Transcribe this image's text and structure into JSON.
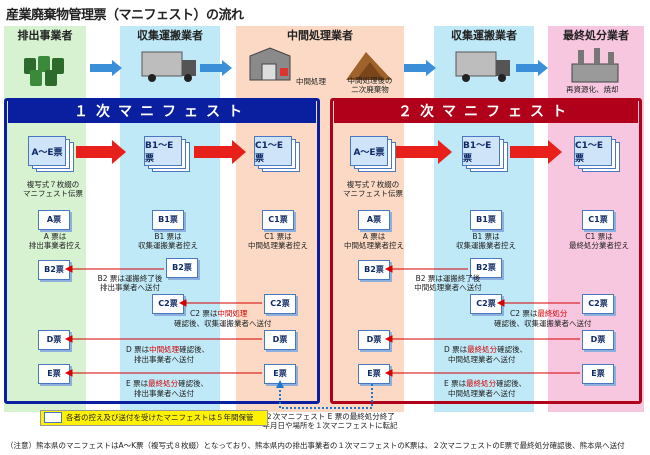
{
  "title": "産業廃棄物管理票（マニフェスト）の流れ",
  "headers": {
    "emitter": "排出事業者",
    "transporter1": "収集運搬業者",
    "intermediate": "中間処理業者",
    "transporter2": "収集運搬業者",
    "final": "最終処分業者"
  },
  "top_labels": {
    "intermediate_process": "中間処理",
    "secondary_waste": "中間処理後の\n二次廃棄物",
    "recycle": "再資源化、焼却"
  },
  "manifest1": {
    "title": "１次マニフェスト",
    "stack_ae": "A～E票",
    "stack_b1e": "B1～E票",
    "stack_c1e": "C1～E票",
    "copy_note": "複写式７枚綴の\nマニフェスト伝票",
    "a_slip": "A票",
    "a_note": "A 票は\n排出事業者控え",
    "b1_slip": "B1票",
    "b1_note": "B1 票は\n収集運搬業者控え",
    "c1_slip": "C1票",
    "c1_note": "C1 票は\n中間処理業者控え",
    "b2_slip": "B2票",
    "b2_note": "B2 票は運搬終了後\n排出事業者へ送付",
    "c2_slip": "C2票",
    "c2_note_pre": "C2 票は",
    "c2_note_red": "中間処理",
    "c2_note_post": "確認後、収集運搬業者へ送付",
    "d_slip": "D票",
    "d_note_pre": "D 票は",
    "d_note_red": "中間処理",
    "d_note_post": "確認後、\n排出事業者へ送付",
    "e_slip": "E票",
    "e_note_pre": "E 票は",
    "e_note_red": "最終処分",
    "e_note_post": "確認後、\n排出事業者へ送付"
  },
  "manifest2": {
    "title": "２次マニフェスト",
    "stack_ae": "A～E票",
    "stack_b1e": "B1～E票",
    "stack_c1e": "C1～E票",
    "copy_note": "複写式７枚綴の\nマニフェスト伝票",
    "a_slip": "A票",
    "a_note": "A 票は\n中間処理業者控え",
    "b1_slip": "B1票",
    "b1_note": "B1 票は\n収集運搬業者控え",
    "c1_slip": "C1票",
    "c1_note": "C1 票は\n最終処分業者控え",
    "b2_slip": "B2票",
    "b2_note": "B2 票は運搬終了後\n中間処理業者へ送付",
    "c2_slip": "C2票",
    "c2_note_pre": "C2 票は",
    "c2_note_red": "最終処分",
    "c2_note_post": "確認後、収集運搬業者へ送付",
    "d_slip": "D票",
    "d_note_pre": "D 票は",
    "d_note_red": "最終処分",
    "d_note_post": "確認後、\n中間処理業者へ送付",
    "e_slip": "E票",
    "e_note_pre": "E 票は",
    "e_note_red": "最終処分",
    "e_note_post": "確認後、\n中間処理業者へ送付"
  },
  "transfer_note": "２次マニフェスト E 票の最終処分終了\n年月日や場所を１次マニフェストに転記",
  "legend_text": "各者の控え及び送付を受けたマニフェストは５年間保管",
  "footnote": "（注意）熊本県のマニフェストはA～K票（複写式８枚綴）となっており、熊本県内の排出事業者の１次マニフェストのK票は、２次マニフェストのE票で最終処分確認後、熊本県へ送付",
  "colors": {
    "emitter_col": "#d6f2d0",
    "transporter_col": "#bfe9f7",
    "intermediate_col": "#fbd9c4",
    "final_col": "#f7c6df",
    "manifest1_border": "#0a1fa0",
    "manifest2_border": "#b0001a"
  }
}
